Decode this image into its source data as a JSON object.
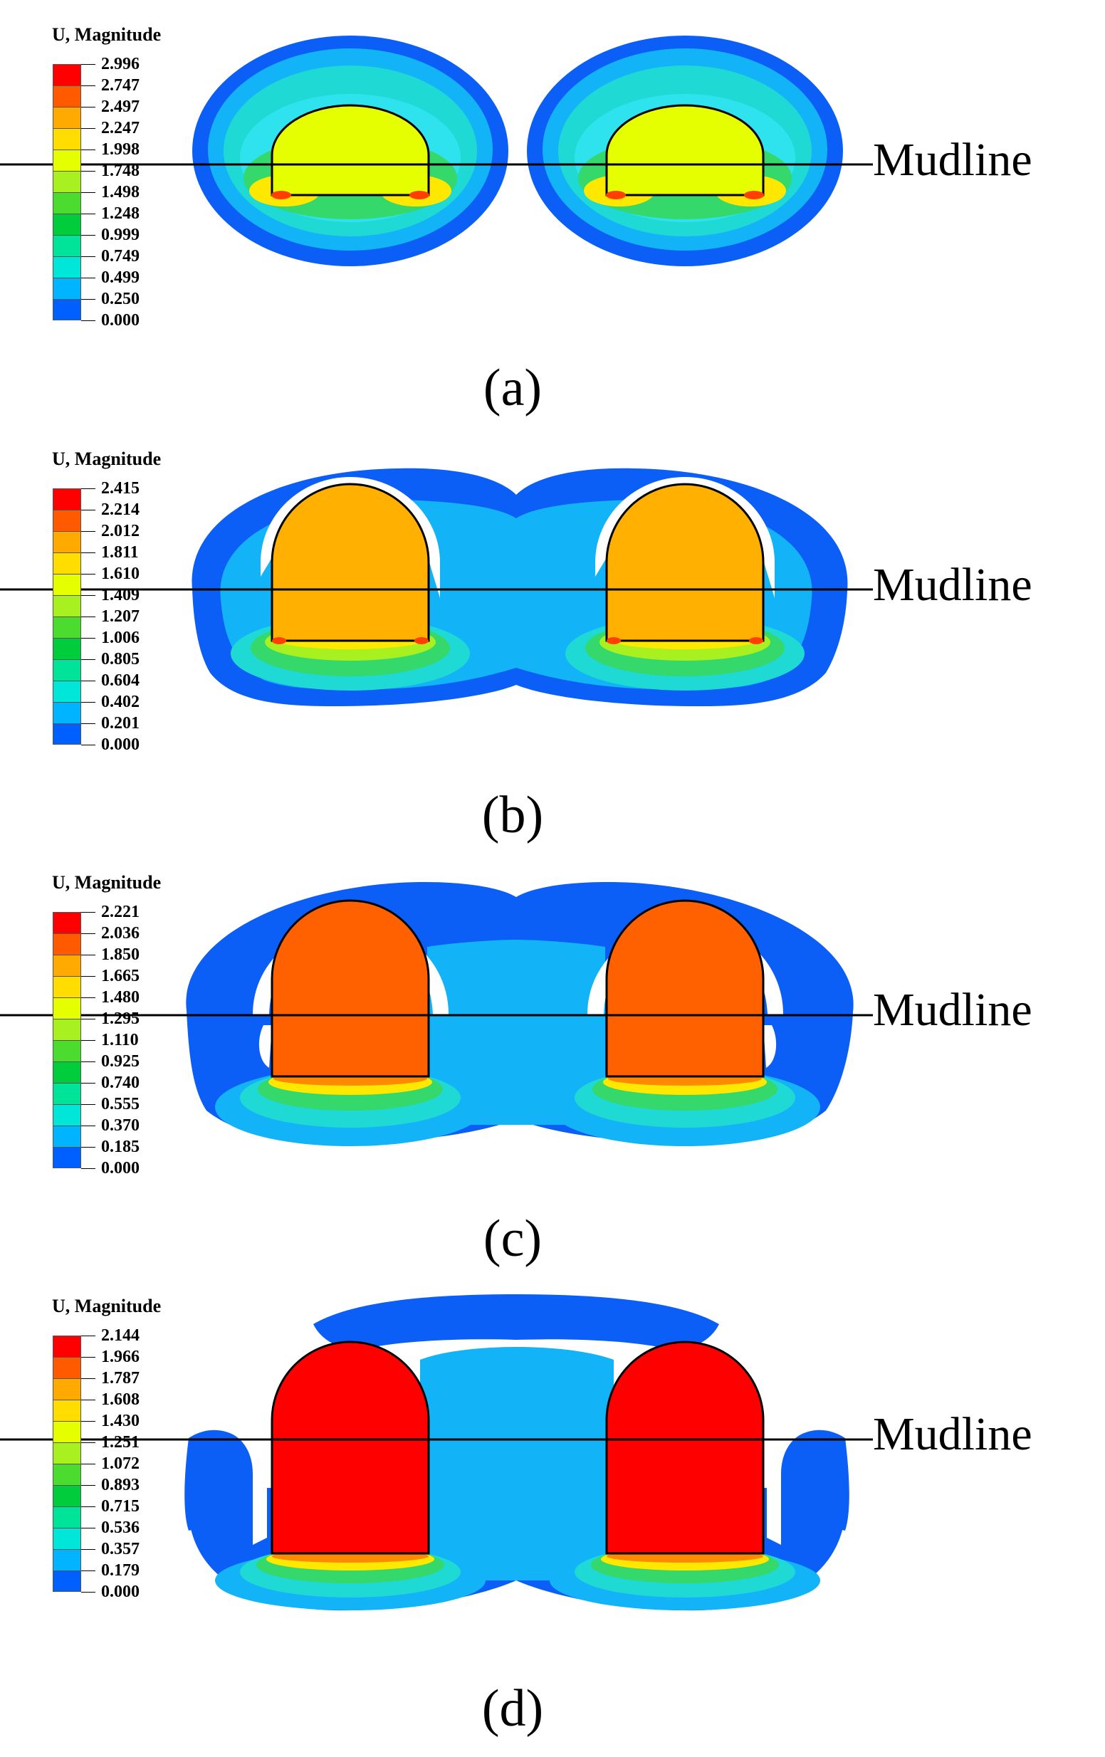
{
  "figure": {
    "panels": [
      {
        "id": "a",
        "caption": "(a)",
        "legend_title": "U, Magnitude",
        "mudline_label": "Mudline",
        "legend_values": [
          "2.996",
          "2.747",
          "2.497",
          "2.247",
          "1.998",
          "1.748",
          "1.498",
          "1.248",
          "0.999",
          "0.749",
          "0.499",
          "0.250",
          "0.000"
        ],
        "caisson_color": "#e6ff00"
      },
      {
        "id": "b",
        "caption": "(b)",
        "legend_title": "U, Magnitude",
        "mudline_label": "Mudline",
        "legend_values": [
          "2.415",
          "2.214",
          "2.012",
          "1.811",
          "1.610",
          "1.409",
          "1.207",
          "1.006",
          "0.805",
          "0.604",
          "0.402",
          "0.201",
          "0.000"
        ],
        "caisson_color": "#ffb000"
      },
      {
        "id": "c",
        "caption": "(c)",
        "legend_title": "U, Magnitude",
        "mudline_label": "Mudline",
        "legend_values": [
          "2.221",
          "2.036",
          "1.850",
          "1.665",
          "1.480",
          "1.295",
          "1.110",
          "0.925",
          "0.740",
          "0.555",
          "0.370",
          "0.185",
          "0.000"
        ],
        "caisson_color": "#ff6000"
      },
      {
        "id": "d",
        "caption": "(d)",
        "legend_title": "U, Magnitude",
        "mudline_label": "Mudline",
        "legend_values": [
          "2.144",
          "1.966",
          "1.787",
          "1.608",
          "1.430",
          "1.251",
          "1.072",
          "0.893",
          "0.715",
          "0.536",
          "0.357",
          "0.179",
          "0.000"
        ],
        "caisson_color": "#ff0000"
      }
    ],
    "legend_colors": [
      "#ff0000",
      "#ff5a00",
      "#ffaa00",
      "#ffdd00",
      "#e6ff00",
      "#a8f020",
      "#4cdc30",
      "#00cc3c",
      "#00e49a",
      "#00e6d8",
      "#00b4ff",
      "#0060ff",
      "#ffffff"
    ],
    "soil_colors": {
      "dark_blue": "#0b5ef6",
      "light_blue": "#12b3f7",
      "teal": "#1fd9d5",
      "cyan": "#2fe3ee",
      "green": "#35d86a",
      "lime": "#a8f020",
      "yellow": "#ffe800",
      "orange": "#ff8a00",
      "red_spot": "#ff4000"
    }
  }
}
